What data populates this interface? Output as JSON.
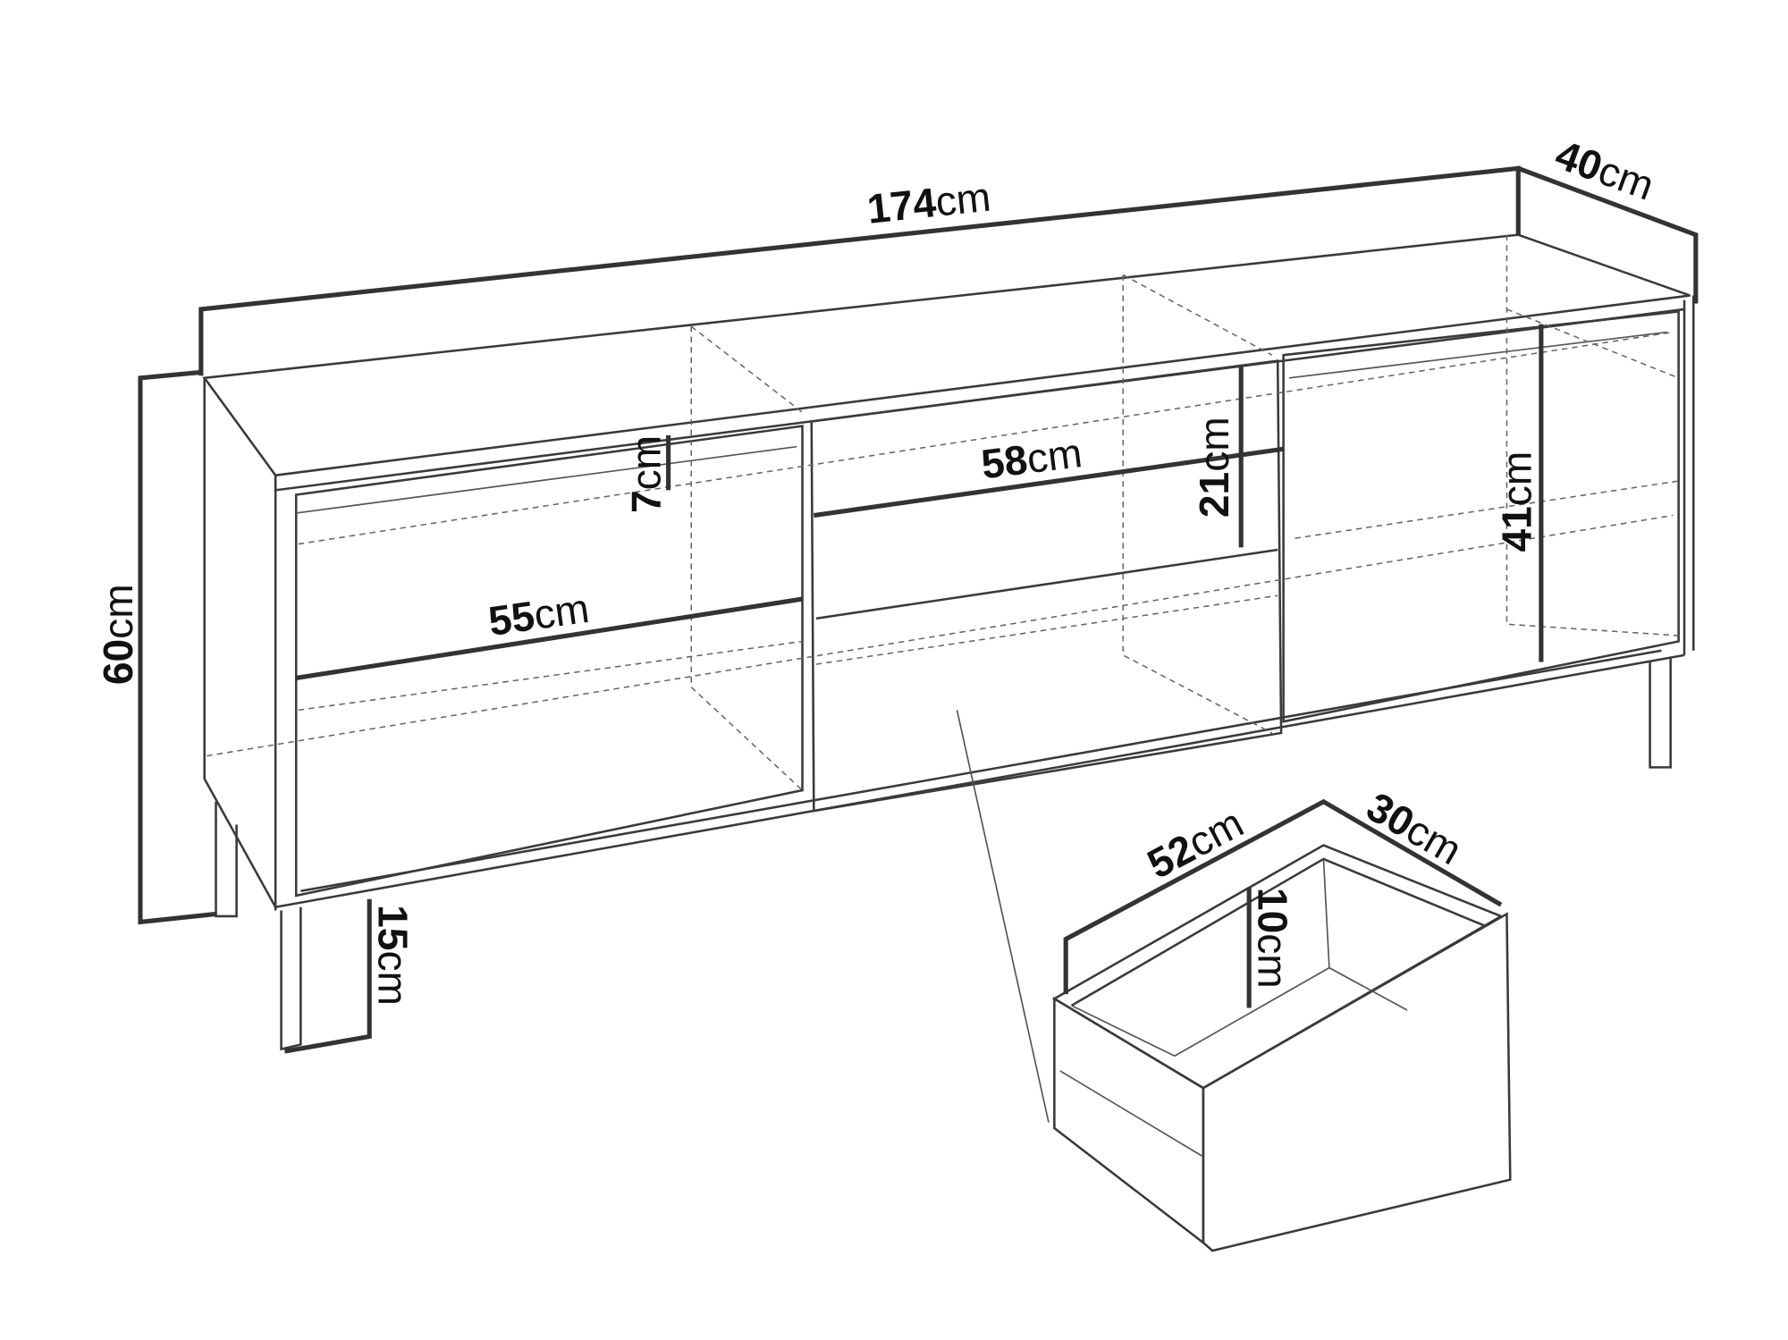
{
  "title": "Sideboard dimensions diagram",
  "dimensions": {
    "width": {
      "value": "174",
      "unit": "cm"
    },
    "depth": {
      "value": "40",
      "unit": "cm"
    },
    "height": {
      "value": "60",
      "unit": "cm"
    },
    "leg_height": {
      "value": "15",
      "unit": "cm"
    },
    "side_door_width": {
      "value": "55",
      "unit": "cm"
    },
    "drawer_front_width": {
      "value": "58",
      "unit": "cm"
    },
    "top_gap": {
      "value": "7",
      "unit": "cm"
    },
    "drawer_front_height": {
      "value": "21",
      "unit": "cm"
    },
    "door_height": {
      "value": "41",
      "unit": "cm"
    },
    "drawer_length": {
      "value": "52",
      "unit": "cm"
    },
    "drawer_depth": {
      "value": "30",
      "unit": "cm"
    },
    "drawer_height": {
      "value": "10",
      "unit": "cm"
    }
  }
}
